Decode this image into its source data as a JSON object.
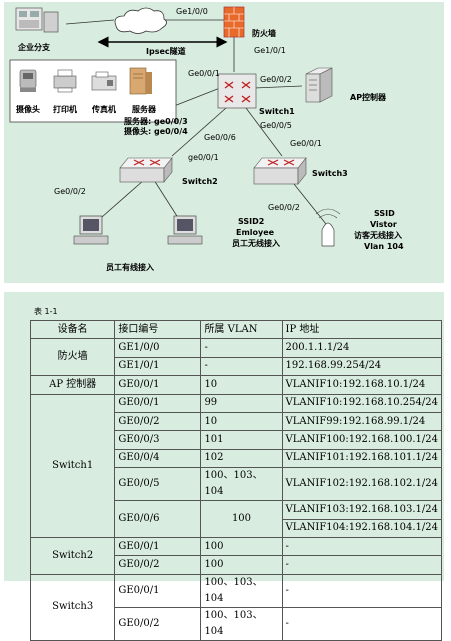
{
  "topology": {
    "nodes": {
      "branch": "企业分支",
      "firewall": "防火墙",
      "camera": "摄像头",
      "printer": "打印机",
      "fax": "传真机",
      "server": "服务器",
      "switch1": "Switch1",
      "switch2": "Switch2",
      "switch3": "Switch3",
      "ap_controller": "AP控制器",
      "staff_wired": "员工有线接入",
      "ssid2": "SSID2",
      "ssid2_name": "Emloyee",
      "ssid2_desc": "员工无线接入",
      "ssid_title": "SSID",
      "ssid_name": "Vistor",
      "ssid_desc": "访客无线接入",
      "ssid_vlan": "Vlan 104"
    },
    "tunnel": "Ipsec隧道",
    "ports": {
      "fw_ge100": "Ge1/0/0",
      "fw_ge101": "Ge1/0/1",
      "sw1_ge001": "Ge0/0/1",
      "sw1_ge002": "Ge0/0/2",
      "sw1_ge005": "Ge0/0/5",
      "sw1_ge006": "Ge0/0/6",
      "server_port": "服务器: ge0/0/3",
      "camera_port": "摄像头: ge0/0/4",
      "sw2_ge001": "ge0/0/1",
      "sw2_ge002": "Ge0/0/2",
      "sw3_ge001": "Ge0/0/1",
      "sw3_ge002": "Ge0/0/2"
    }
  },
  "table": {
    "caption": "表 1-1",
    "headers": [
      "设备名",
      "接口编号",
      "所属 VLAN",
      "IP 地址"
    ],
    "groups": [
      {
        "device": "防火墙",
        "rows": [
          {
            "port": "GE1/0/0",
            "vlan": "-",
            "ip": "200.1.1.1/24"
          },
          {
            "port": "GE1/0/1",
            "vlan": "-",
            "ip": "192.168.99.254/24"
          }
        ]
      },
      {
        "device": "AP 控制器",
        "rows": [
          {
            "port": "GE0/0/1",
            "vlan": "10",
            "ip": "VLANIF10:192.168.10.1/24"
          }
        ]
      },
      {
        "device": "Switch1",
        "rows": [
          {
            "port": "GE0/0/1",
            "vlan": "99",
            "ip": "VLANIF10:192.168.10.254/24"
          },
          {
            "port": "GE0/0/2",
            "vlan": "10",
            "ip": "VLANIF99:192.168.99.1/24"
          },
          {
            "port": "GE0/0/3",
            "vlan": "101",
            "ip": "VLANIF100:192.168.100.1/24"
          },
          {
            "port": "GE0/0/4",
            "vlan": "102",
            "ip": "VLANIF101:192.168.101.1/24"
          },
          {
            "port": "GE0/0/5",
            "vlan": "100、103、104",
            "ip": "VLANIF102:192.168.102.1/24"
          },
          {
            "port": "GE0/0/6",
            "vlan": "100",
            "ip": "VLANIF103:192.168.103.1/24",
            "ip2": "VLANIF104:192.168.104.1/24"
          }
        ]
      },
      {
        "device": "Switch2",
        "rows": [
          {
            "port": "GE0/0/1",
            "vlan": "100",
            "ip": "-"
          },
          {
            "port": "GE0/0/2",
            "vlan": "100",
            "ip": "-"
          }
        ]
      },
      {
        "device": "Switch3",
        "rows": [
          {
            "port": "GE0/0/1",
            "vlan": "100、103、104",
            "ip": "-"
          },
          {
            "port": "GE0/0/2",
            "vlan": "100、103、104",
            "ip": "-"
          }
        ]
      }
    ]
  }
}
